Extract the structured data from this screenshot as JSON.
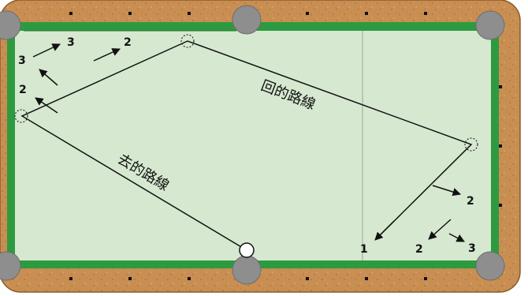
{
  "route_labels": {
    "return_path": "回的路線",
    "outgoing_path": "去的路線"
  },
  "numbers": {
    "top_left_3a": "3",
    "top_left_3b": "3",
    "top_left_2a": "2",
    "top_left_2b": "2",
    "right_2": "2",
    "bottom_1": "1",
    "bottom_2": "2",
    "bottom_3": "3"
  },
  "colors": {
    "rail_wood": "#c98e52",
    "cushion": "#2e9a40",
    "felt": "#d6e8d0",
    "pocket": "#8e8e8e",
    "line": "#111111"
  }
}
